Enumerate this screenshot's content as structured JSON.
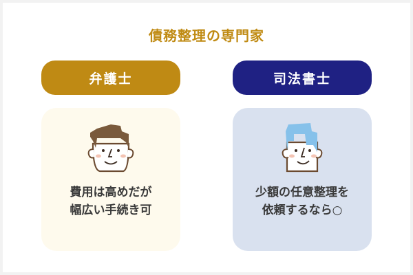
{
  "title": "債務整理の専門家",
  "colors": {
    "title": "#c08b14",
    "lawyer_accent": "#bf8a14",
    "scrivener_accent": "#1f2183",
    "lawyer_card_bg": "#fefaed",
    "scrivener_card_bg": "#d9e1ef",
    "text": "#3a3a3a"
  },
  "columns": [
    {
      "label": "弁護士",
      "icon": "man-face-brown-hair-icon",
      "description_lines": [
        "費用は高めだが",
        "幅広い手続き可"
      ]
    },
    {
      "label": "司法書士",
      "icon": "man-face-blue-hair-icon",
      "description_lines": [
        "少額の任意整理を",
        "依頼するなら○"
      ]
    }
  ]
}
